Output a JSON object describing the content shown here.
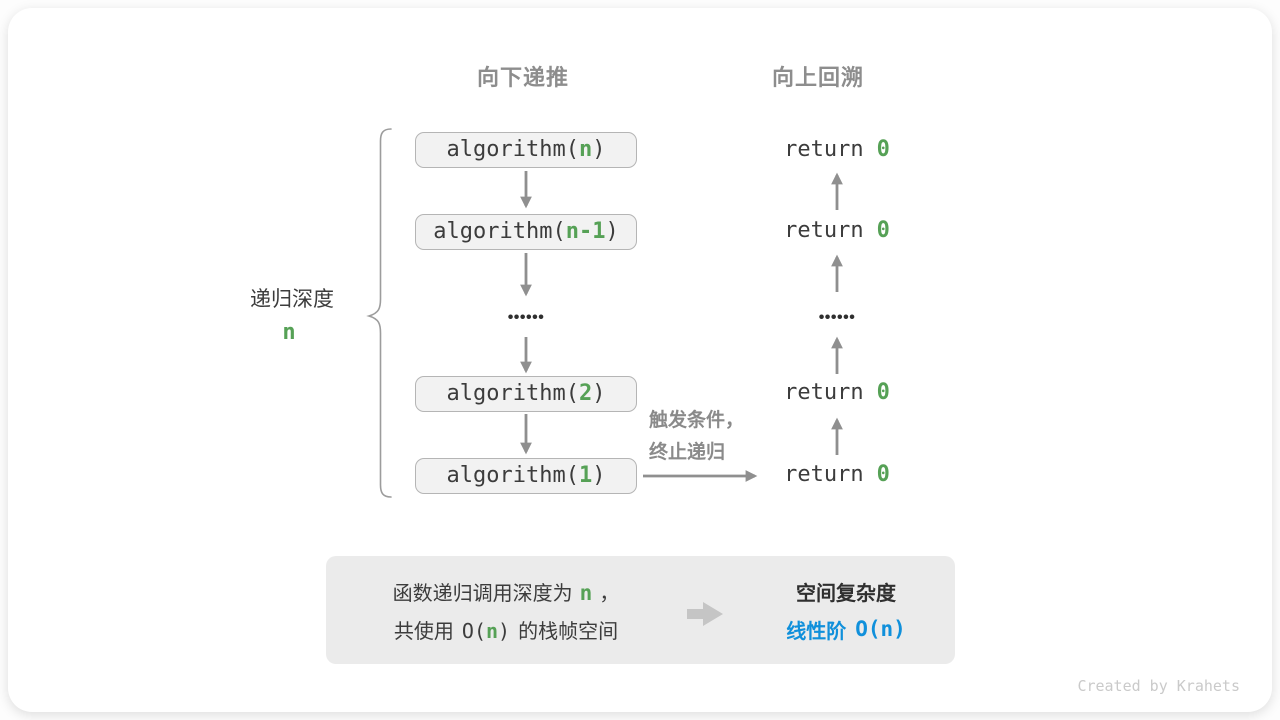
{
  "headers": {
    "descend": "向下递推",
    "backtrack": "向上回溯"
  },
  "depth_brace": {
    "label": "递归深度",
    "value": "n"
  },
  "call_stack": {
    "boxes": [
      {
        "prefix": "algorithm(",
        "arg": "n",
        "suffix": ")"
      },
      {
        "prefix": "algorithm(",
        "arg": "n-1",
        "suffix": ")"
      },
      {
        "prefix": "algorithm(",
        "arg": "2",
        "suffix": ")"
      },
      {
        "prefix": "algorithm(",
        "arg": "1",
        "suffix": ")"
      }
    ],
    "ellipsis": "••••••"
  },
  "returns": {
    "items": [
      {
        "keyword": "return",
        "value": "0"
      },
      {
        "keyword": "return",
        "value": "0"
      },
      {
        "keyword": "return",
        "value": "0"
      },
      {
        "keyword": "return",
        "value": "0"
      }
    ],
    "ellipsis": "••••••"
  },
  "base_case_note": {
    "line1": "触发条件，",
    "line2": "终止递归"
  },
  "summary": {
    "line1_pre": "函数递归调用深度为",
    "line1_var": "n",
    "line1_post": "，",
    "line2_pre": "共使用",
    "line2_formula_pre": "O(",
    "line2_var": "n",
    "line2_formula_post": ")",
    "line2_post": "的栈帧空间",
    "conclusion_title": "空间复杂度",
    "conclusion_label": "线性阶",
    "conclusion_formula": "O(n)"
  },
  "watermark": "Created by Krahets",
  "colors": {
    "green": "#56A156",
    "blue": "#1090DB",
    "arrow_gray": "#8F8F8F",
    "header_gray": "#8D8D8D",
    "box_fill": "#F2F2F2",
    "box_border": "#B5B5B5",
    "summary_fill": "#EBEBEB"
  }
}
